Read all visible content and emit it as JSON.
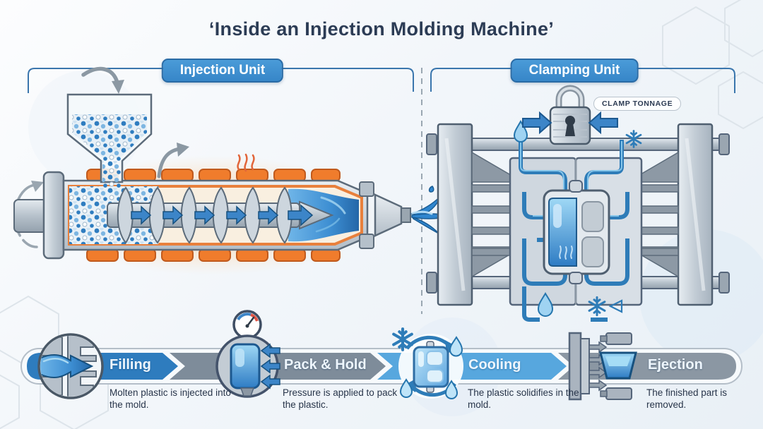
{
  "title": "‘Inside an Injection Molding Machine’",
  "sections": {
    "injection": {
      "label": "Injection Unit"
    },
    "clamping": {
      "label": "Clamping Unit"
    }
  },
  "clamping_annotations": {
    "clamp_tonnage": "CLAMP TONNAGE"
  },
  "stages": [
    {
      "name": "Filling",
      "description": "Molten plastic is injected into the mold.",
      "band_color": "#2e7cbe"
    },
    {
      "name": "Pack & Hold",
      "description": "Pressure is applied to pack the plastic.",
      "band_color": "#7e8c9a"
    },
    {
      "name": "Cooling",
      "description": "The plastic solidifies in the mold.",
      "band_color": "#57a7de"
    },
    {
      "name": "Ejection",
      "description": "The finished part is removed.",
      "band_color": "#8b97a3"
    }
  ],
  "colors": {
    "title_text": "#2c3c55",
    "unit_pill_bg": "#3f92d2",
    "unit_pill_border": "#2a6ba5",
    "bracket_line": "#3a76ad",
    "heater_orange": "#ee7a2e",
    "melt_blue": "#2f86cf",
    "machine_gray": "#c3ccd5",
    "stage_text": "#eef6fd",
    "description_text": "#28354a"
  },
  "icon_names": [
    "hopper-feed-arrow",
    "vent-arrow",
    "rotation-arrow",
    "heater-bands",
    "heat-waves-icon",
    "screw-flow-arrows",
    "nozzle-spray-icon",
    "padlock-icon",
    "clamp-force-arrows",
    "snowflake-icon",
    "water-drop-icon",
    "cooling-pipes",
    "pressure-gauge-icon",
    "cooling-cycle-arrows",
    "ejector-pins-icon",
    "mold-part-icon"
  ]
}
